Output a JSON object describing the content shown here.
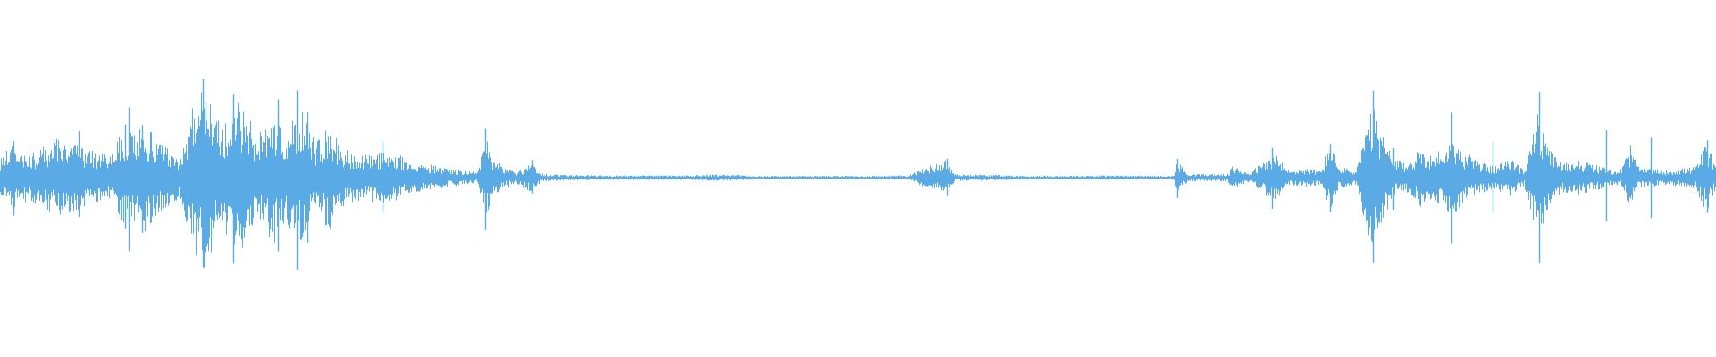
{
  "waveform": {
    "color": "#5aaae6",
    "background": "#ffffff",
    "envelope": [
      [
        0.0,
        0.1
      ],
      [
        0.006,
        0.18
      ],
      [
        0.01,
        0.15
      ],
      [
        0.018,
        0.13
      ],
      [
        0.026,
        0.17
      ],
      [
        0.034,
        0.22
      ],
      [
        0.041,
        0.2
      ],
      [
        0.048,
        0.16
      ],
      [
        0.056,
        0.14
      ],
      [
        0.064,
        0.12
      ],
      [
        0.072,
        0.27
      ],
      [
        0.079,
        0.23
      ],
      [
        0.084,
        0.3
      ],
      [
        0.092,
        0.2
      ],
      [
        0.104,
        0.12
      ],
      [
        0.112,
        0.4
      ],
      [
        0.119,
        0.5
      ],
      [
        0.124,
        0.38
      ],
      [
        0.13,
        0.28
      ],
      [
        0.136,
        0.43
      ],
      [
        0.142,
        0.37
      ],
      [
        0.15,
        0.24
      ],
      [
        0.16,
        0.36
      ],
      [
        0.166,
        0.25
      ],
      [
        0.172,
        0.33
      ],
      [
        0.176,
        0.36
      ],
      [
        0.184,
        0.2
      ],
      [
        0.192,
        0.28
      ],
      [
        0.2,
        0.16
      ],
      [
        0.21,
        0.12
      ],
      [
        0.222,
        0.14
      ],
      [
        0.234,
        0.12
      ],
      [
        0.24,
        0.08
      ],
      [
        0.252,
        0.07
      ],
      [
        0.262,
        0.05
      ],
      [
        0.278,
        0.03
      ],
      [
        0.283,
        0.22
      ],
      [
        0.287,
        0.1
      ],
      [
        0.294,
        0.06
      ],
      [
        0.3,
        0.03
      ],
      [
        0.309,
        0.08
      ],
      [
        0.316,
        0.02
      ],
      [
        0.33,
        0.015
      ],
      [
        0.36,
        0.012
      ],
      [
        0.4,
        0.012
      ],
      [
        0.42,
        0.018
      ],
      [
        0.44,
        0.01
      ],
      [
        0.5,
        0.01
      ],
      [
        0.528,
        0.012
      ],
      [
        0.551,
        0.1
      ],
      [
        0.556,
        0.02
      ],
      [
        0.6,
        0.01
      ],
      [
        0.65,
        0.012
      ],
      [
        0.684,
        0.01
      ],
      [
        0.686,
        0.1
      ],
      [
        0.692,
        0.02
      ],
      [
        0.715,
        0.02
      ],
      [
        0.718,
        0.06
      ],
      [
        0.728,
        0.03
      ],
      [
        0.738,
        0.1
      ],
      [
        0.742,
        0.15
      ],
      [
        0.75,
        0.04
      ],
      [
        0.76,
        0.05
      ],
      [
        0.77,
        0.04
      ],
      [
        0.775,
        0.2
      ],
      [
        0.78,
        0.06
      ],
      [
        0.79,
        0.04
      ],
      [
        0.796,
        0.28
      ],
      [
        0.8,
        0.38
      ],
      [
        0.806,
        0.22
      ],
      [
        0.812,
        0.1
      ],
      [
        0.82,
        0.08
      ],
      [
        0.828,
        0.16
      ],
      [
        0.834,
        0.12
      ],
      [
        0.846,
        0.2
      ],
      [
        0.852,
        0.15
      ],
      [
        0.86,
        0.1
      ],
      [
        0.87,
        0.06
      ],
      [
        0.88,
        0.1
      ],
      [
        0.888,
        0.05
      ],
      [
        0.896,
        0.36
      ],
      [
        0.902,
        0.16
      ],
      [
        0.91,
        0.08
      ],
      [
        0.92,
        0.1
      ],
      [
        0.926,
        0.08
      ],
      [
        0.936,
        0.05
      ],
      [
        0.944,
        0.04
      ],
      [
        0.95,
        0.18
      ],
      [
        0.954,
        0.06
      ],
      [
        0.962,
        0.05
      ],
      [
        0.97,
        0.04
      ],
      [
        0.98,
        0.05
      ],
      [
        0.988,
        0.06
      ],
      [
        0.994,
        0.2
      ],
      [
        1.0,
        0.05
      ]
    ],
    "spikes": [
      [
        0.008,
        0.22
      ],
      [
        0.046,
        0.27
      ],
      [
        0.073,
        0.32
      ],
      [
        0.075,
        0.45
      ],
      [
        0.083,
        0.34
      ],
      [
        0.118,
        0.58
      ],
      [
        0.12,
        0.44
      ],
      [
        0.136,
        0.53
      ],
      [
        0.14,
        0.3
      ],
      [
        0.162,
        0.48
      ],
      [
        0.173,
        0.52
      ],
      [
        0.179,
        0.38
      ],
      [
        0.223,
        0.22
      ],
      [
        0.283,
        0.32
      ],
      [
        0.31,
        0.1
      ],
      [
        0.552,
        0.11
      ],
      [
        0.686,
        0.12
      ],
      [
        0.741,
        0.18
      ],
      [
        0.775,
        0.22
      ],
      [
        0.8,
        0.54
      ],
      [
        0.812,
        0.19
      ],
      [
        0.846,
        0.38
      ],
      [
        0.87,
        0.21
      ],
      [
        0.897,
        0.56
      ],
      [
        0.936,
        0.29
      ],
      [
        0.962,
        0.26
      ],
      [
        0.995,
        0.22
      ]
    ]
  }
}
